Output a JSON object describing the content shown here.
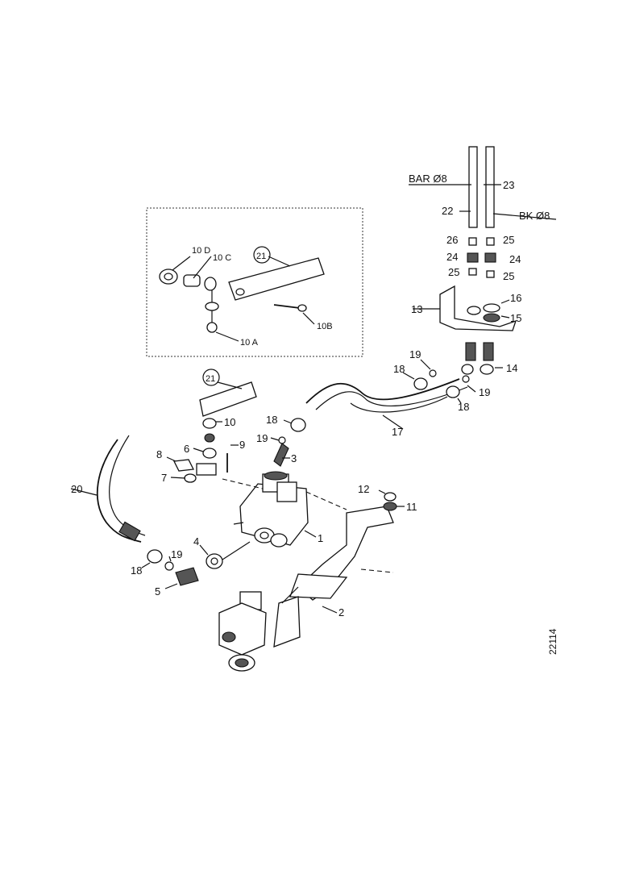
{
  "labels": {
    "l1": "1",
    "l2": "2",
    "l3": "3",
    "l4": "4",
    "l5": "5",
    "l6": "6",
    "l7": "7",
    "l8": "8",
    "l9": "9",
    "l10": "10",
    "l11": "11",
    "l12": "12",
    "l13": "13",
    "l14": "14",
    "l15": "15",
    "l16": "16",
    "l17": "17",
    "l18a": "18",
    "l18b": "18",
    "l18c": "18",
    "l18d": "18",
    "l19a": "19",
    "l19b": "19",
    "l19c": "19",
    "l19d": "19",
    "l20": "20",
    "l21a": "21",
    "l21b": "21",
    "l22": "22",
    "l23": "23",
    "l24a": "24",
    "l24b": "24",
    "l25a": "25",
    "l25b": "25",
    "l25c": "25",
    "l26": "26",
    "l10a": "10 A",
    "l10b": "10B",
    "l10c": "10 C",
    "l10d": "10 D"
  },
  "pipe_labels": {
    "bar": "BAR Ø8",
    "bk": "BK Ø8"
  },
  "drawing_code": "22114"
}
